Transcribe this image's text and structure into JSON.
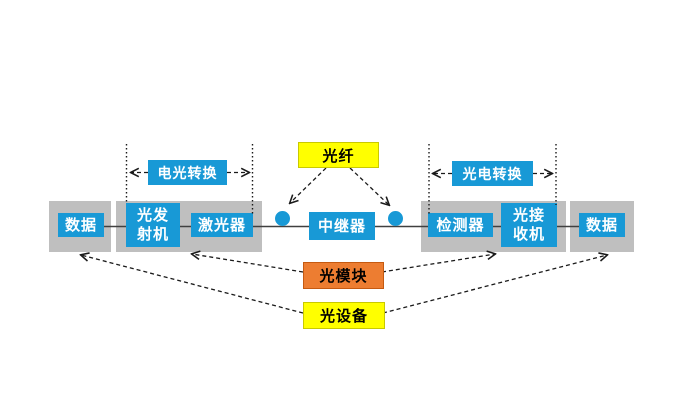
{
  "diagram": {
    "title": "optical-link-diagram",
    "nodes": {
      "data_left": "数据",
      "transmitter": {
        "line1": "光发",
        "line2": "射机"
      },
      "laser": "激光器",
      "repeater": "中继器",
      "detector": "检测器",
      "receiver": {
        "line1": "光接",
        "line2": "收机"
      },
      "data_right": "数据"
    },
    "labels": {
      "eo_conversion": "电光转换",
      "fiber": "光纤",
      "oe_conversion": "光电转换",
      "optical_module": "光模块",
      "optical_device": "光设备"
    },
    "colors": {
      "node_blue": "#1899D6",
      "group_gray": "#BFBFBF",
      "highlight_yellow": "#FFFF00",
      "highlight_orange": "#ED7D31",
      "main_line": "#404040",
      "arrow_dash": "#1A1A1A"
    }
  }
}
